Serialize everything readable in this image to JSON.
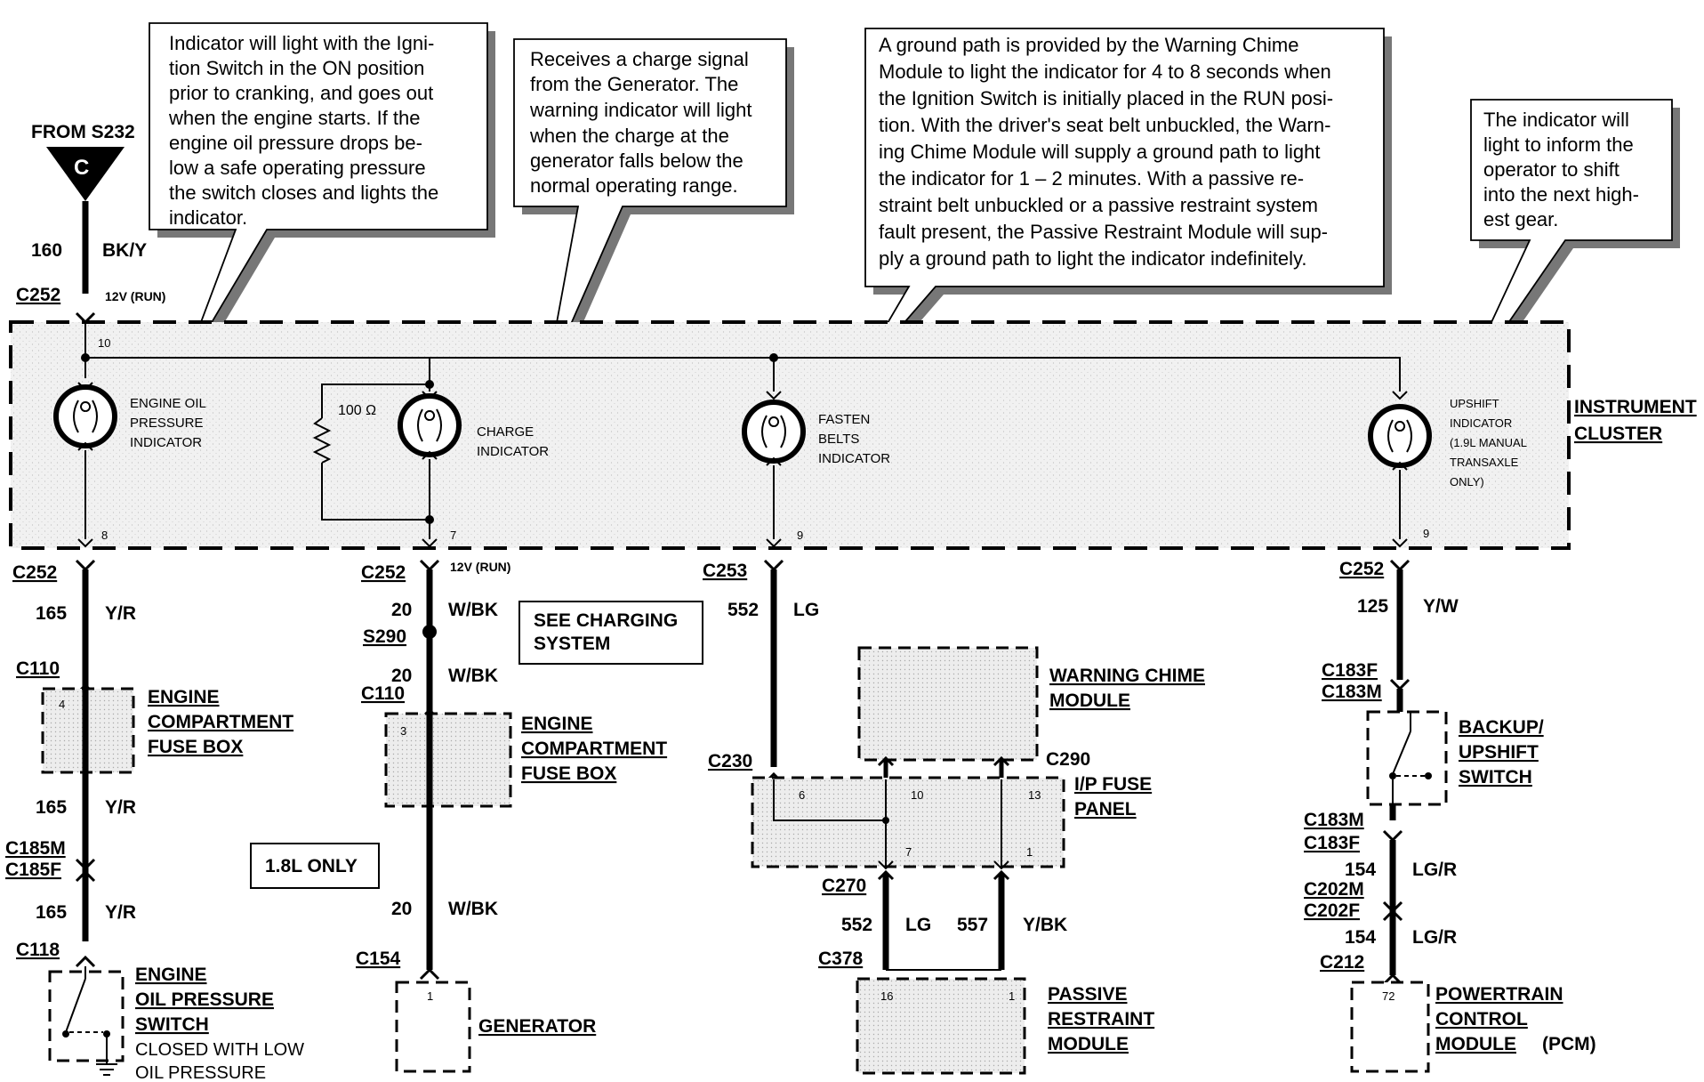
{
  "callouts": {
    "oil": [
      "Indicator will light with the Igni-",
      "tion Switch in the ON position",
      "prior to cranking, and goes out",
      "when the engine starts.  If the",
      "engine oil pressure drops be-",
      "low a safe operating pressure",
      "the switch closes and lights the",
      "indicator."
    ],
    "charge": [
      "Receives a charge signal",
      "from the Generator.  The",
      "warning indicator will light",
      "when the charge at the",
      "generator falls below the",
      "normal operating range."
    ],
    "chime": [
      "A ground path is provided by the Warning Chime",
      "Module to light the indicator for 4 to 8 seconds when",
      "the Ignition Switch is initially placed in the RUN posi-",
      "tion. With the driver's seat belt unbuckled, the Warn-",
      "ing Chime Module will supply a ground path to light",
      "the  indicator for 1 – 2 minutes. With a passive re-",
      "straint belt unbuckled or a passive restraint system",
      "fault present, the Passive Restraint Module will sup-",
      "ply a ground path to light the  indicator indefinitely."
    ],
    "upshift": [
      "The  indicator  will",
      "light to inform the",
      "operator  to  shift",
      "into the next high-",
      "est gear."
    ]
  },
  "source": {
    "from": "FROM S232",
    "symbol": "C",
    "circuit": "160",
    "color": "BK/Y",
    "connector": "C252",
    "voltage": "12V (RUN)"
  },
  "cluster": {
    "label": [
      "INSTRUMENT",
      "CLUSTER"
    ],
    "pin_in": "10"
  },
  "indicators": {
    "oil": [
      "ENGINE OIL",
      "PRESSURE",
      "INDICATOR"
    ],
    "charge": [
      "CHARGE",
      "INDICATOR"
    ],
    "belts": [
      "FASTEN",
      "BELTS",
      "INDICATOR"
    ],
    "upshift": [
      "UPSHIFT",
      "INDICATOR",
      "(1.9L MANUAL",
      "TRANSAXLE",
      "ONLY)"
    ]
  },
  "resistor": "100 Ω",
  "col1": {
    "pin_out": "8",
    "c252": "C252",
    "w1_circuit": "165",
    "w1_color": "Y/R",
    "c110": "C110",
    "fuse_pin": "4",
    "fuse_label": [
      "ENGINE",
      "COMPARTMENT",
      "FUSE BOX"
    ],
    "w2_circuit": "165",
    "w2_color": "Y/R",
    "c185m": "C185M",
    "c185f": "C185F",
    "w3_circuit": "165",
    "w3_color": "Y/R",
    "c118": "C118",
    "switch_label": [
      "ENGINE",
      "OIL PRESSURE",
      "SWITCH"
    ],
    "switch_note": [
      "CLOSED WITH LOW",
      "OIL PRESSURE"
    ]
  },
  "col2": {
    "pin_out": "7",
    "c252": "C252",
    "voltage": "12V (RUN)",
    "w1_circuit": "20",
    "w1_color": "W/BK",
    "s290": "S290",
    "w2_circuit": "20",
    "w2_color": "W/BK",
    "c110": "C110",
    "fuse_pin": "3",
    "fuse_label": [
      "ENGINE",
      "COMPARTMENT",
      "FUSE BOX"
    ],
    "see_box": [
      "SEE CHARGING",
      "SYSTEM"
    ],
    "only_box": "1.8L ONLY",
    "w3_circuit": "20",
    "w3_color": "W/BK",
    "c154": "C154",
    "gen_pin": "1",
    "gen_label": "GENERATOR"
  },
  "col3": {
    "pin_out": "9",
    "c253": "C253",
    "w1_circuit": "552",
    "w1_color": "LG",
    "chime_label": [
      "WARNING CHIME",
      "MODULE"
    ],
    "c230": "C230",
    "c290": "C290",
    "panel_label": [
      "I/P FUSE",
      "PANEL"
    ],
    "panel_pins": [
      "6",
      "10",
      "13",
      "7",
      "1"
    ],
    "c270": "C270",
    "w2a_circuit": "552",
    "w2a_color": "LG",
    "w2b_circuit": "557",
    "w2b_color": "Y/BK",
    "c378": "C378",
    "prm_pins": [
      "16",
      "1"
    ],
    "prm_label": [
      "PASSIVE",
      "RESTRAINT",
      "MODULE"
    ]
  },
  "col4": {
    "pin_out": "9",
    "c252": "C252",
    "w1_circuit": "125",
    "w1_color": "Y/W",
    "c183f": "C183F",
    "c183m": "C183M",
    "switch_label": [
      "BACKUP/",
      "UPSHIFT",
      "SWITCH"
    ],
    "c183m2": "C183M",
    "c183f2": "C183F",
    "w2_circuit": "154",
    "w2_color": "LG/R",
    "c202m": "C202M",
    "c202f": "C202F",
    "w3_circuit": "154",
    "w3_color": "LG/R",
    "c212": "C212",
    "pcm_pin": "72",
    "pcm_label": [
      "POWERTRAIN",
      "CONTROL",
      "MODULE"
    ],
    "pcm_suffix": "(PCM)"
  }
}
